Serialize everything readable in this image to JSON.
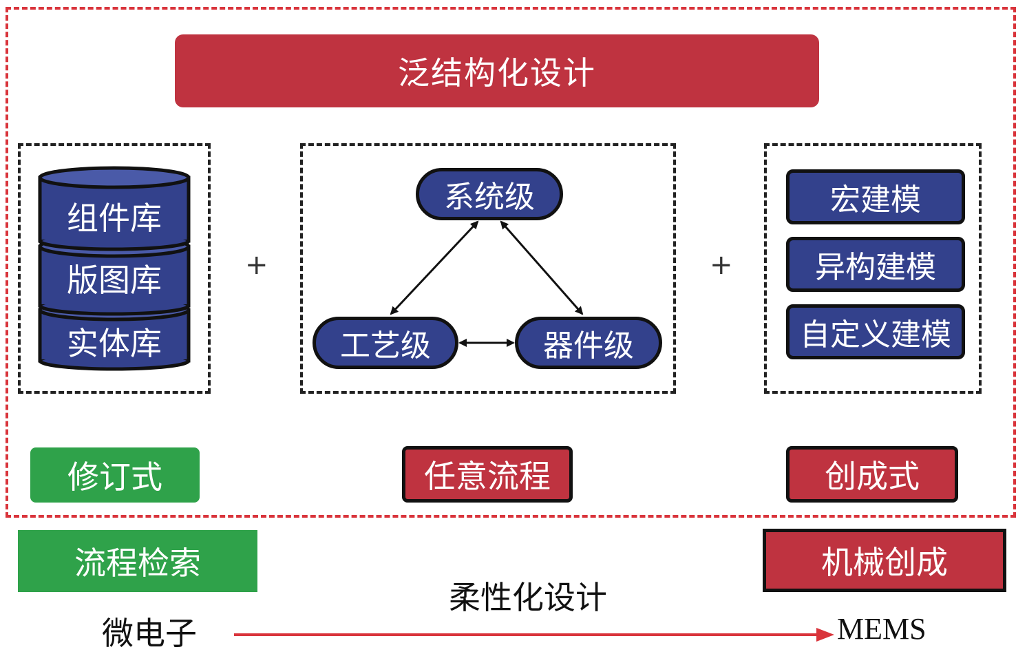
{
  "title": "泛结构化设计",
  "library_group": {
    "items": [
      "组件库",
      "版图库",
      "实体库"
    ]
  },
  "flow_group": {
    "top": "系统级",
    "left": "工艺级",
    "right": "器件级"
  },
  "modeling_group": {
    "items": [
      "宏建模",
      "异构建模",
      "自定义建模"
    ]
  },
  "plus_sign": "+",
  "tags": {
    "revise": "修订式",
    "any_flow": "任意流程",
    "creative": "创成式",
    "flow_search": "流程检索",
    "mech_creative": "机械创成"
  },
  "flexible_design": "柔性化设计",
  "axis": {
    "start": "微电子",
    "end": "MEMS"
  },
  "colors": {
    "red": "#bf3340",
    "navy": "#33418c",
    "green": "#2fa24a",
    "dash_red": "#d9343b"
  }
}
